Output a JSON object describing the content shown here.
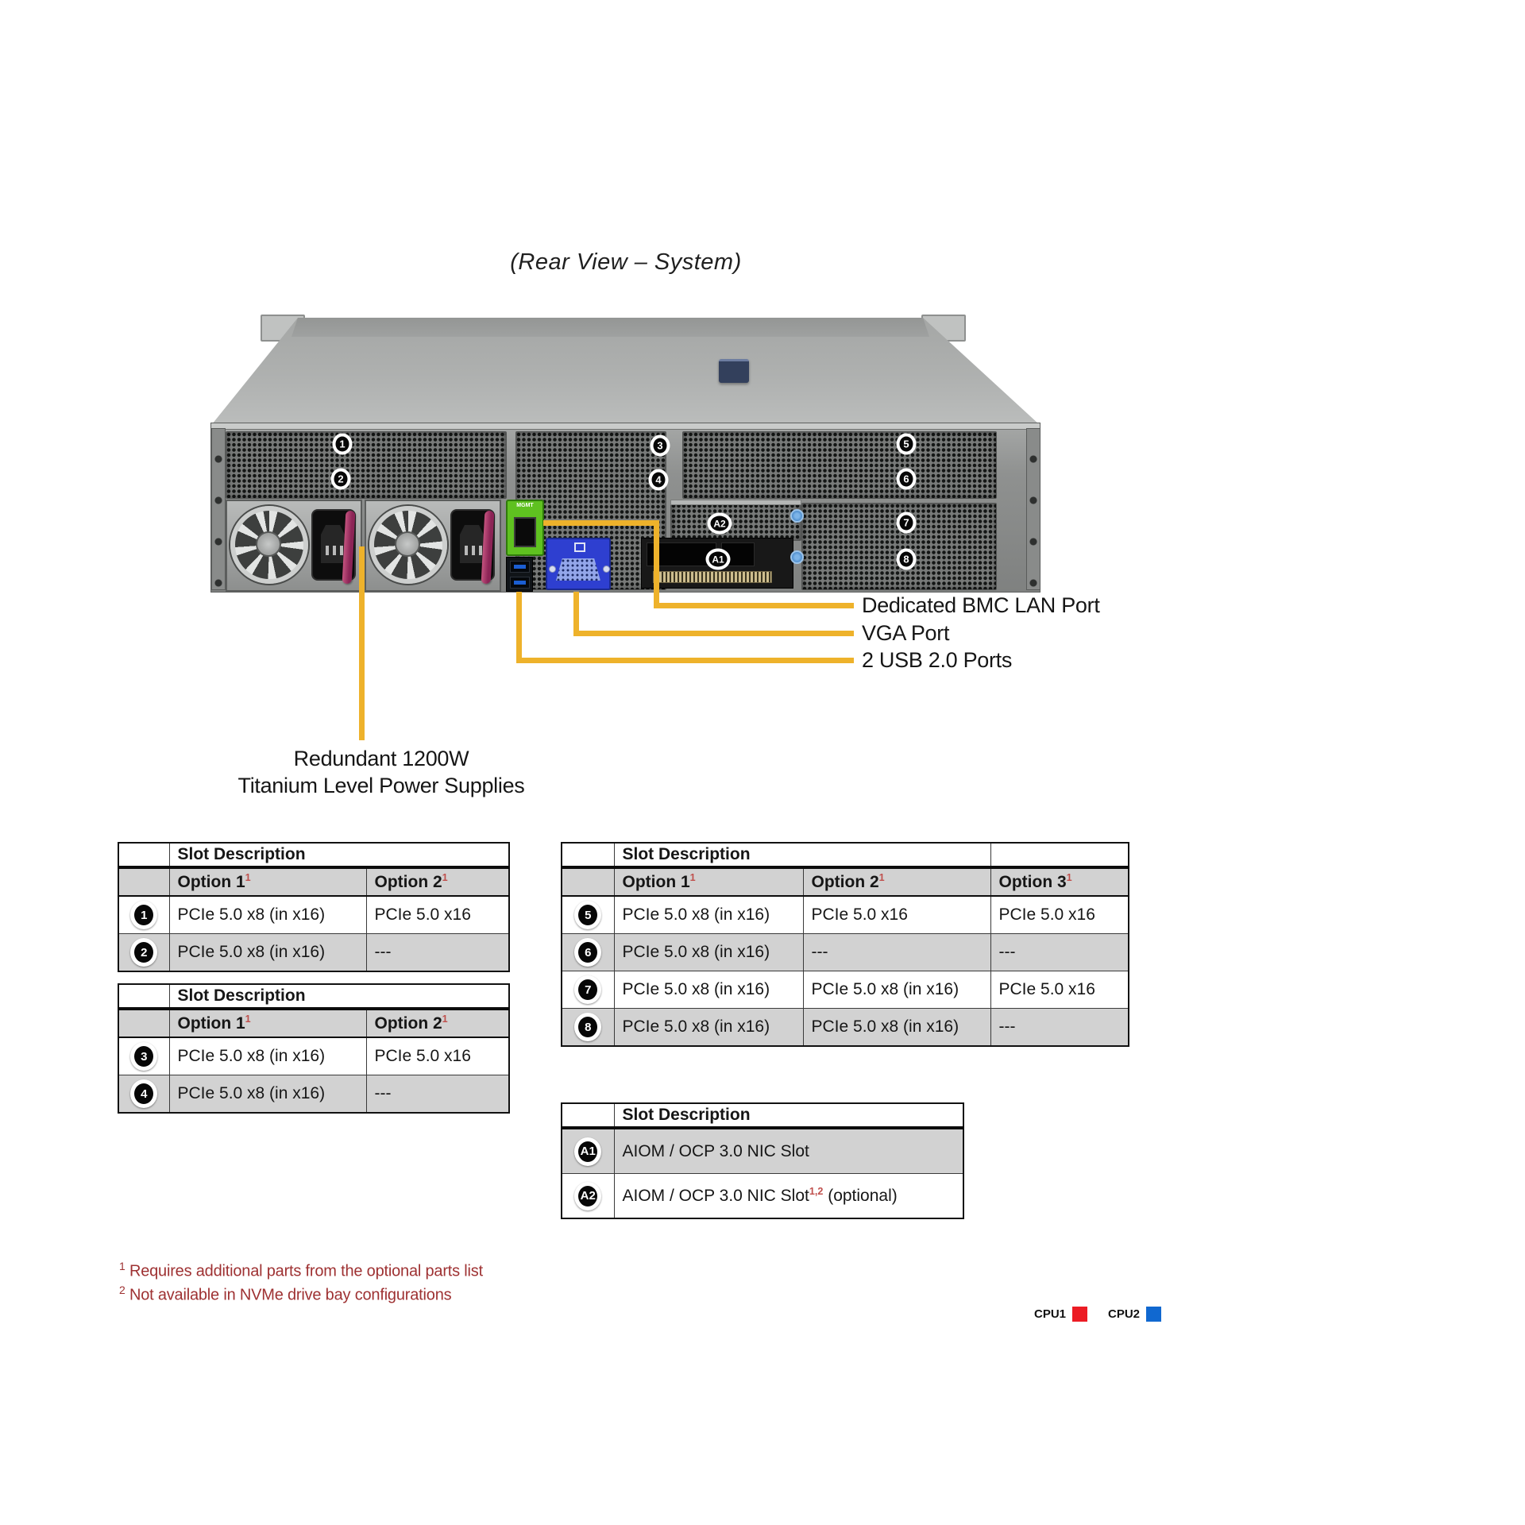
{
  "title": "(Rear View – System)",
  "server": {
    "mgmt_port_label": "MGMT",
    "badges": [
      {
        "id": "1",
        "color": "blue"
      },
      {
        "id": "2",
        "color": "blue"
      },
      {
        "id": "3",
        "color": "blue"
      },
      {
        "id": "4",
        "color": "blue"
      },
      {
        "id": "5",
        "color": "red"
      },
      {
        "id": "6",
        "color": "red"
      },
      {
        "id": "7",
        "color": "red"
      },
      {
        "id": "8",
        "color": "red"
      },
      {
        "id": "A1",
        "color": "red"
      },
      {
        "id": "A2",
        "color": "blue"
      }
    ]
  },
  "labels": {
    "psu_line1": "Redundant 1200W",
    "psu_line2": "Titanium Level Power Supplies",
    "bmc": "Dedicated BMC LAN Port",
    "vga": "VGA Port",
    "usb": "2 USB 2.0 Ports"
  },
  "tables": {
    "slot_description_header": "Slot Description",
    "opt_sup": "1",
    "t12": {
      "col1": "Option 1",
      "col2": "Option 2",
      "rows": [
        {
          "badge": "1",
          "option1": "PCIe 5.0 x8 (in x16)",
          "option2": "PCIe 5.0 x16"
        },
        {
          "badge": "2",
          "option1": "PCIe 5.0 x8 (in x16)",
          "option2": "---"
        }
      ]
    },
    "t34": {
      "col1": "Option 1",
      "col2": "Option 2",
      "rows": [
        {
          "badge": "3",
          "option1": "PCIe 5.0 x8 (in x16)",
          "option2": "PCIe 5.0 x16"
        },
        {
          "badge": "4",
          "option1": "PCIe 5.0 x8 (in x16)",
          "option2": "---"
        }
      ]
    },
    "t5678": {
      "col1": "Option 1",
      "col2": "Option 2",
      "col3": "Option 3",
      "rows": [
        {
          "badge": "5",
          "option1": "PCIe 5.0 x8 (in x16)",
          "option2": "PCIe 5.0 x16",
          "option3": "PCIe 5.0 x16"
        },
        {
          "badge": "6",
          "option1": "PCIe 5.0 x8 (in x16)",
          "option2": "---",
          "option3": "---"
        },
        {
          "badge": "7",
          "option1": "PCIe 5.0 x8 (in x16)",
          "option2": "PCIe 5.0 x8 (in x16)",
          "option3": "PCIe 5.0 x16"
        },
        {
          "badge": "8",
          "option1": "PCIe 5.0 x8 (in x16)",
          "option2": "PCIe 5.0 x8 (in x16)",
          "option3": "---"
        }
      ]
    },
    "ta": {
      "rows": [
        {
          "badge": "A1",
          "desc": "AIOM / OCP 3.0 NIC Slot",
          "sup": "",
          "suffix": ""
        },
        {
          "badge": "A2",
          "desc": "AIOM / OCP 3.0 NIC Slot",
          "sup": "1,2",
          "suffix": " (optional)"
        }
      ]
    }
  },
  "footnotes": [
    {
      "sup": "1",
      "text": "Requires additional parts from the optional parts list"
    },
    {
      "sup": "2",
      "text": "Not available in NVMe drive bay configurations"
    }
  ],
  "legend": {
    "cpu1": "CPU1",
    "cpu2": "CPU2",
    "cpu1_color": "#EC1C24",
    "cpu2_color": "#1068D0"
  },
  "colors": {
    "callout_line": "#EEB22B",
    "badge_blue": "#2176C7",
    "badge_red": "#D40D0D",
    "table_alt_row": "#D2D2D2",
    "footnote_red": "#9E3132"
  }
}
